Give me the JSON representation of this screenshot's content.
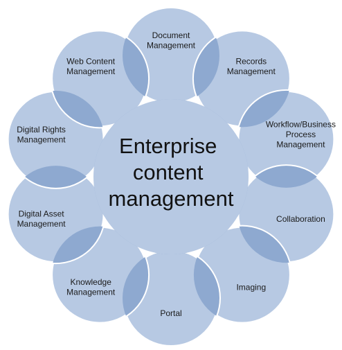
{
  "center": {
    "lines": [
      "Enterprise",
      "content",
      "management"
    ]
  },
  "segments": [
    {
      "lines": [
        "Document",
        "Management"
      ]
    },
    {
      "lines": [
        "Records",
        "Management"
      ]
    },
    {
      "lines": [
        "Workflow/Business",
        "Process",
        "Management"
      ]
    },
    {
      "lines": [
        "Collaboration"
      ]
    },
    {
      "lines": [
        "Imaging"
      ]
    },
    {
      "lines": [
        "Portal"
      ]
    },
    {
      "lines": [
        "Knowledge",
        "Management"
      ]
    },
    {
      "lines": [
        "Digital Asset",
        "Management"
      ]
    },
    {
      "lines": [
        "Digital Rights",
        "Management"
      ]
    },
    {
      "lines": [
        "Web Content",
        "Management"
      ]
    }
  ],
  "colors": {
    "petal_fill": "#b7c9e3",
    "overlap_fill": "#8ea9d0",
    "outline": "#ffffff",
    "text": "#1a1a1a"
  }
}
